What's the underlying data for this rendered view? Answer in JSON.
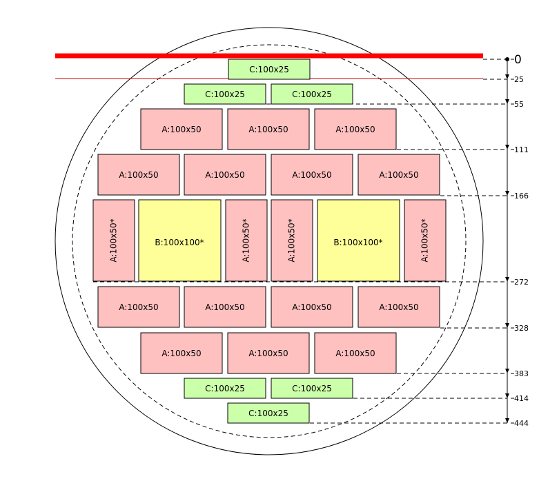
{
  "colors": {
    "A": "#ffc0c0",
    "B": "#ffff99",
    "C": "#ccffaa",
    "stroke": "#000000",
    "ref_line": "#ff0000"
  },
  "scale": {
    "zero_label": "0",
    "ticks": [
      "25",
      "55",
      "111",
      "166",
      "272",
      "328",
      "383",
      "414",
      "444"
    ]
  },
  "blocks": {
    "r0": [
      "C:100x25"
    ],
    "r1": [
      "C:100x25",
      "C:100x25"
    ],
    "r2": [
      "A:100x50",
      "A:100x50",
      "A:100x50"
    ],
    "r3": [
      "A:100x50",
      "A:100x50",
      "A:100x50",
      "A:100x50"
    ],
    "r4": [
      "A:100x50*",
      "B:100x100*",
      "A:100x50*",
      "A:100x50*",
      "B:100x100*",
      "A:100x50*"
    ],
    "r5": [
      "A:100x50",
      "A:100x50",
      "A:100x50",
      "A:100x50"
    ],
    "r6": [
      "A:100x50",
      "A:100x50",
      "A:100x50"
    ],
    "r7": [
      "C:100x25",
      "C:100x25"
    ],
    "r8": [
      "C:100x25"
    ]
  }
}
